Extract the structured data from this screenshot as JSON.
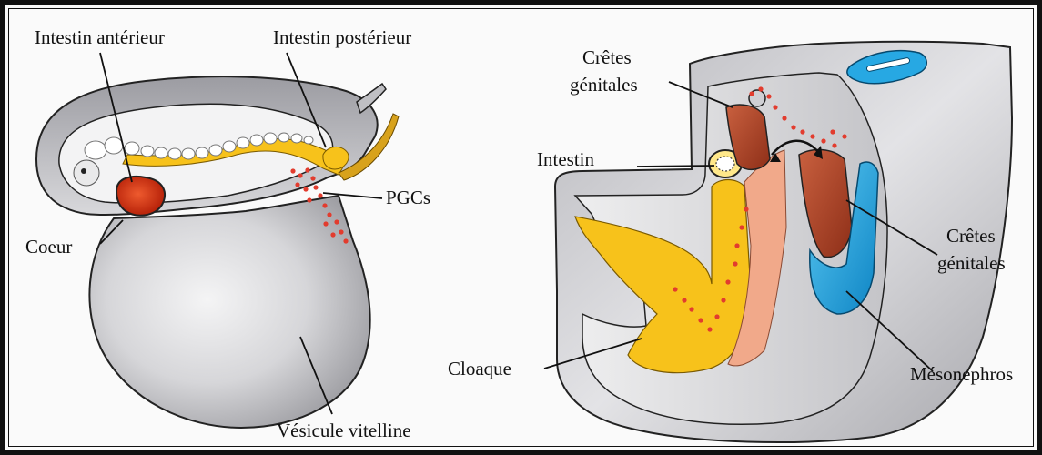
{
  "labels": {
    "intestin_anterieur": "Intestin antérieur",
    "intestin_posterieur": "Intestin postérieur",
    "pgcs": "PGCs",
    "coeur": "Coeur",
    "vesicule_vitelline": "Vésicule vitelline",
    "cretes_genitales_top_line1": "Crêtes",
    "cretes_genitales_top_line2": "génitales",
    "intestin": "Intestin",
    "cretes_genitales_right_line1": "Crêtes",
    "cretes_genitales_right_line2": "génitales",
    "cloaque": "Cloaque",
    "mesonephros": "Mésonephros"
  },
  "colors": {
    "gut_yellow": "#f7c21b",
    "heart_red": "#d2310f",
    "crest_brown": "#b4452a",
    "mesonephros_blue": "#1aa6e0",
    "pgc_red": "#e23c2e",
    "mesoderm_salmon": "#f1a98a",
    "tissue_gray": "#c9c9cc"
  }
}
